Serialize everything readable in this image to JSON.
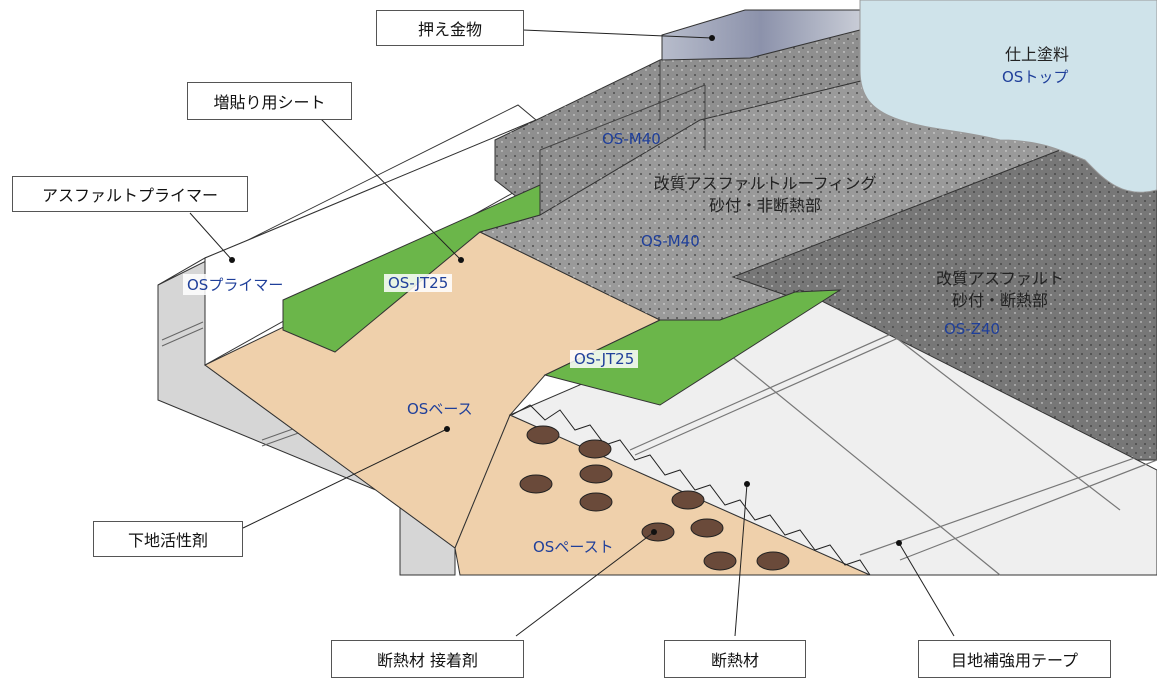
{
  "callouts": {
    "osae_kanamono": "押え金物",
    "mashibari_sheet": "増貼り用シート",
    "asphalt_primer": "アスファルトプライマー",
    "shitaji_kasseizai": "下地活性剤",
    "dannetsu_setchakuzai": "断熱材 接着剤",
    "dannetsuzai": "断熱材",
    "mejiho_tape": "目地補強用テープ"
  },
  "products": {
    "os_primer": "OSプライマー",
    "os_jt25_upper": "OS-JT25",
    "os_jt25_lower": "OS-JT25",
    "os_base": "OSベース",
    "os_paste": "OSペースト",
    "os_m40_upper": "OS-M40",
    "os_m40_lower": "OS-M40",
    "os_z40": "OS-Z40",
    "os_top": "OSトップ"
  },
  "layers": {
    "finish_coat": "仕上塗料",
    "modified_non_insulated_line1": "改質アスファルトルーフィング",
    "modified_non_insulated_line2": "砂付・非断熱部",
    "modified_insulated_line1": "改質アスファルト",
    "modified_insulated_line2": "砂付・断熱部"
  },
  "colors": {
    "green_sheet": "#6bb64a",
    "base_peach": "#efd0ab",
    "concrete": "#d6d6d6",
    "sand_membrane": "#9a9a9a",
    "insulated_membrane": "#777777",
    "insulation_board": "#efefef",
    "finish_coat_blue": "#cfe3ea",
    "label_blue": "#1f3f9a"
  }
}
